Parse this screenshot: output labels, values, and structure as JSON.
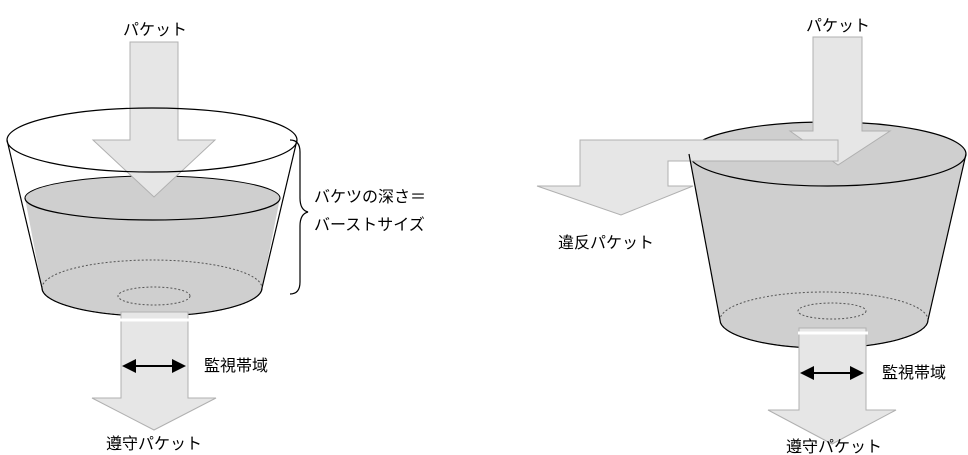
{
  "colors": {
    "arrow_fill": "#e6e6e6",
    "water_fill": "#cfcfcf",
    "line": "#000000",
    "background": "#ffffff"
  },
  "left_figure": {
    "incoming_label": "パケット",
    "bucket_depth_label_line1": "バケツの深さ＝",
    "bucket_depth_label_line2": "バーストサイズ",
    "monitor_band_label": "監視帯域",
    "compliant_label": "遵守パケット"
  },
  "right_figure": {
    "incoming_label": "パケット",
    "violation_label": "違反パケット",
    "monitor_band_label": "監視帯域",
    "compliant_label": "遵守パケット"
  }
}
